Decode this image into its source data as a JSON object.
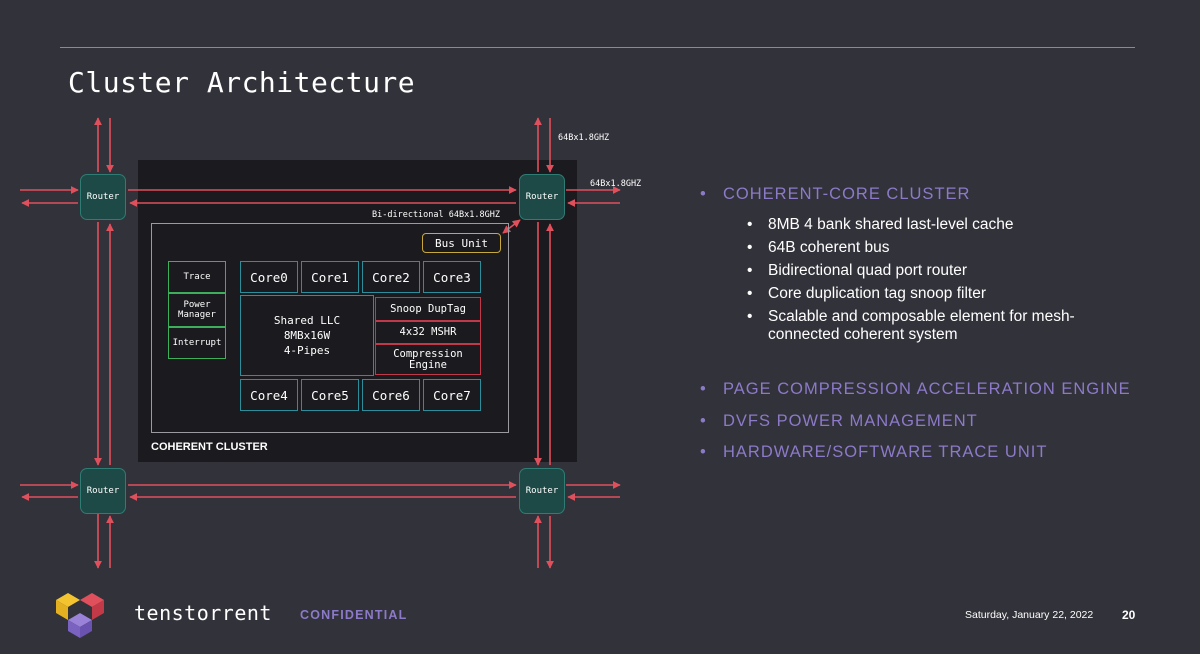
{
  "slide": {
    "title": "Cluster Architecture",
    "page_number": "20",
    "date": "Saturday, January 22, 2022",
    "confidential": "CONFIDENTIAL",
    "brand": "tenstorrent"
  },
  "diagram": {
    "cluster_label": "COHERENT CLUSTER",
    "routers": [
      "Router",
      "Router",
      "Router",
      "Router"
    ],
    "link_labels": {
      "top_vertical": "64Bx1.8GHZ",
      "right_horizontal": "64Bx1.8GHZ",
      "bidirectional": "Bi-directional 64Bx1.8GHZ"
    },
    "bus_unit": "Bus Unit",
    "cores_top": [
      "Core0",
      "Core1",
      "Core2",
      "Core3"
    ],
    "cores_bottom": [
      "Core4",
      "Core5",
      "Core6",
      "Core7"
    ],
    "side_blocks": [
      "Trace",
      "Power\nManager",
      "Interrupt"
    ],
    "shared_llc": "Shared LLC\n8MBx16W\n4-Pipes",
    "llc_blocks": [
      "Snoop DupTag",
      "4x32 MSHR",
      "Compression\nEngine"
    ]
  },
  "bullets": [
    {
      "heading": "COHERENT-CORE CLUSTER",
      "items": [
        "8MB 4 bank shared last-level cache",
        "64B coherent bus",
        "Bidirectional quad port router",
        "Core duplication tag snoop filter",
        "Scalable and composable element for mesh-connected coherent system"
      ]
    },
    {
      "heading": "PAGE COMPRESSION ACCELERATION ENGINE",
      "items": []
    },
    {
      "heading": "DVFS POWER MANAGEMENT",
      "items": []
    },
    {
      "heading": "HARDWARE/SOFTWARE TRACE UNIT",
      "items": []
    }
  ],
  "colors": {
    "background": "#32323a",
    "accent_purple": "#8c7ac8",
    "link_red": "#e0505c",
    "router_teal": "#1d4a46",
    "core_border": "#2c8e9a",
    "green_block": "#3cae5c",
    "red_block": "#c0384a",
    "bus_unit_gold": "#c8a83c"
  }
}
